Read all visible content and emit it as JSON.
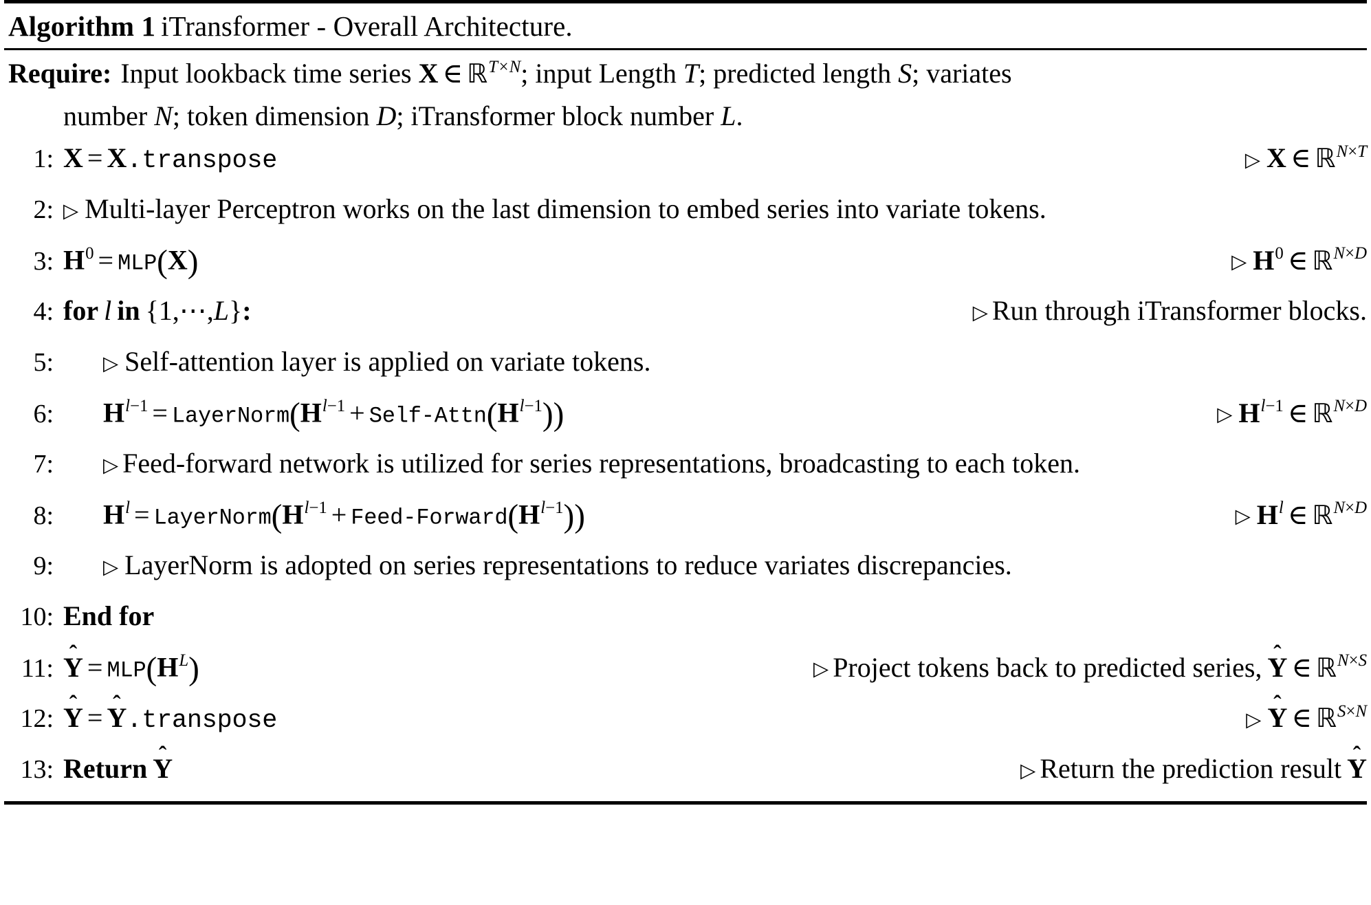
{
  "document": {
    "type": "algorithm-pseudocode",
    "title_label": "Algorithm 1",
    "title_text": "iTransformer - Overall Architecture.",
    "colors": {
      "ink": "#000000",
      "page": "#ffffff"
    }
  },
  "require": {
    "keyword": "Require:",
    "text_line_1": "Input lookback time series X ∈ ℝ^{T×N}; input Length T; predicted length S; variates",
    "text_line_2": "number N; token dimension D; iTransformer block number L.",
    "parts": {
      "p1": "Input lookback time series",
      "var_X": "X",
      "in": "∈",
      "R": "ℝ",
      "exp1": "T×N",
      "p2": "; input Length",
      "var_T": "T",
      "p3": "; predicted length",
      "var_S": "S",
      "p4": "; variates",
      "p5": "number",
      "var_N": "N",
      "p6": "; token dimension",
      "var_D": "D",
      "p7": "; iTransformer block number",
      "var_L": "L",
      "p8": "."
    }
  },
  "lines": [
    {
      "no": "1:",
      "indent": 0,
      "statement_text": "X = X.transpose",
      "comment_text": "▷ X ∈ ℝ^{N×T}",
      "has_comment": true
    },
    {
      "no": "2:",
      "indent": 0,
      "statement_text": "▷ Multi-layer Perceptron works on the last dimension to embed series into variate tokens.",
      "comment_text": "",
      "has_comment": false
    },
    {
      "no": "3:",
      "indent": 0,
      "statement_text": "H⁰ = MLP(X)",
      "comment_text": "▷ H⁰ ∈ ℝ^{N×D}",
      "has_comment": true
    },
    {
      "no": "4:",
      "indent": 0,
      "statement_text": "for l in {1,⋯,L}:",
      "comment_text": "▷ Run through iTransformer blocks.",
      "has_comment": true
    },
    {
      "no": "5:",
      "indent": 1,
      "statement_text": "▷ Self-attention layer is applied on variate tokens.",
      "comment_text": "",
      "has_comment": false
    },
    {
      "no": "6:",
      "indent": 1,
      "statement_text": "H^{l−1} = LayerNorm(H^{l−1} + Self-Attn(H^{l−1}))",
      "comment_text": "▷ H^{l−1} ∈ ℝ^{N×D}",
      "has_comment": true
    },
    {
      "no": "7:",
      "indent": 1,
      "statement_text": "▷ Feed-forward network is utilized for series representations, broadcasting to each token.",
      "comment_text": "",
      "has_comment": false
    },
    {
      "no": "8:",
      "indent": 1,
      "statement_text": "H^{l} = LayerNorm(H^{l−1} + Feed-Forward(H^{l−1}))",
      "comment_text": "▷ H^{l} ∈ ℝ^{N×D}",
      "has_comment": true
    },
    {
      "no": "9:",
      "indent": 1,
      "statement_text": "▷ LayerNorm is adopted on series representations to reduce variates discrepancies.",
      "comment_text": "",
      "has_comment": false
    },
    {
      "no": "10:",
      "indent": 0,
      "statement_text": "End for",
      "comment_text": "",
      "has_comment": false
    },
    {
      "no": "11:",
      "indent": 0,
      "statement_text": "Ŷ = MLP(H^{L})",
      "comment_text": "▷ Project tokens back to predicted series, Ŷ ∈ ℝ^{N×S}",
      "has_comment": true
    },
    {
      "no": "12:",
      "indent": 0,
      "statement_text": "Ŷ = Ŷ.transpose",
      "comment_text": "▷ Ŷ ∈ ℝ^{S×N}",
      "has_comment": true
    },
    {
      "no": "13:",
      "indent": 0,
      "statement_text": "Return Ŷ",
      "comment_text": "▷ Return the prediction result Ŷ",
      "has_comment": true
    }
  ],
  "text": {
    "l2_comment": "Multi-layer Perceptron works on the last dimension to embed series into variate tokens.",
    "l4_for": "for",
    "l4_in": "in",
    "l4_comment": "Run through iTransformer blocks.",
    "l5_comment": "Self-attention layer is applied on variate tokens.",
    "l7_comment": "Feed-forward network is utilized for series representations, broadcasting to each token.",
    "l9_comment": "LayerNorm is adopted on series representations to reduce variates discrepancies.",
    "l10_endfor": "End for",
    "l11_comment": "Project tokens back to predicted series,",
    "l13_return": "Return",
    "l13_comment": "Return the prediction result",
    "fn_transpose": "transpose",
    "fn_mlp": "MLP",
    "fn_layernorm": "LayerNorm",
    "fn_selfattn": "Self-Attn",
    "fn_feedforward": "Feed-Forward",
    "sym_triangle": "▷",
    "sym_in": "∈",
    "sym_R": "ℝ",
    "sym_times": "×",
    "sym_eq": "=",
    "sym_plus": "+",
    "sym_dots": "⋯"
  },
  "line_numbers": [
    "1:",
    "2:",
    "3:",
    "4:",
    "5:",
    "6:",
    "7:",
    "8:",
    "9:",
    "10:",
    "11:",
    "12:",
    "13:"
  ]
}
